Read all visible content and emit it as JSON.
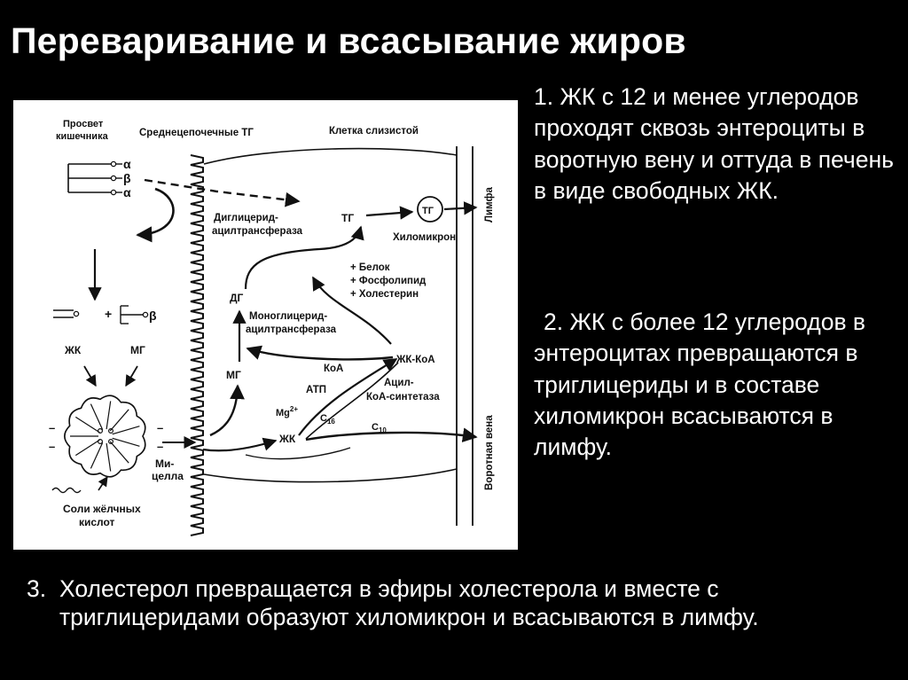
{
  "slide": {
    "title": "Переваривание и всасывание жиров",
    "note_1": "1. ЖК с 12 и менее углеродов проходят сквозь энтероциты в воротную вену и оттуда в печень в виде свободных ЖК.",
    "note_2": "2. ЖК с более 12 углеродов в энтероцитах превращаются в триглицериды и в составе хиломикрон всасываются в лимфу.",
    "note_3_num": "3.",
    "note_3_text": "Холестерол превращается в эфиры холестерола и вместе с триглицеридами образуют хиломикрон и всасываются в лимфу."
  },
  "diagram": {
    "label_lumen_1": "Просвет",
    "label_lumen_2": "кишечника",
    "label_medium_chain": "Среднецепочечные ТГ",
    "label_mucosa_cell": "Клетка слизистой",
    "alpha": "α",
    "beta": "β",
    "label_dg_transferase_1": "Диглицерид-",
    "label_dg_transferase_2": "ацилтрансфераза",
    "label_tg": "ТГ",
    "label_tg_circle": "ТГ",
    "label_chylomicron": "Хиломикрон",
    "label_lymph": "Лимфа",
    "label_protein": "+ Белок",
    "label_phospholipid": "+ Фосфолипид",
    "label_cholesterol": "+ Холестерин",
    "label_dg": "ДГ",
    "label_mg_transferase_1": "Моноглицерид-",
    "label_mg_transferase_2": "ацилтрансфераза",
    "label_fa_coa": "ЖК-КоА",
    "label_coa": "КоА",
    "label_mg_cell": "МГ",
    "label_atp": "АТП",
    "label_acyl_synth_1": "Ацил-",
    "label_acyl_synth_2": "КоА-синтетаза",
    "label_mg2": "Mg",
    "label_mg2_sup": "2+",
    "label_c16": "C",
    "label_c16_sub": "16",
    "label_c10": "C",
    "label_c10_sub": "10",
    "label_fa_cell": "ЖК",
    "label_portal_vein": "Воротная вена",
    "label_fa_lumen": "ЖК",
    "label_mg_lumen": "МГ",
    "label_plus": "+",
    "label_micelle_1": "Ми-",
    "label_micelle_2": "целла",
    "label_bile_salts_1": "Соли жёлчных",
    "label_bile_salts_2": "кислот"
  }
}
